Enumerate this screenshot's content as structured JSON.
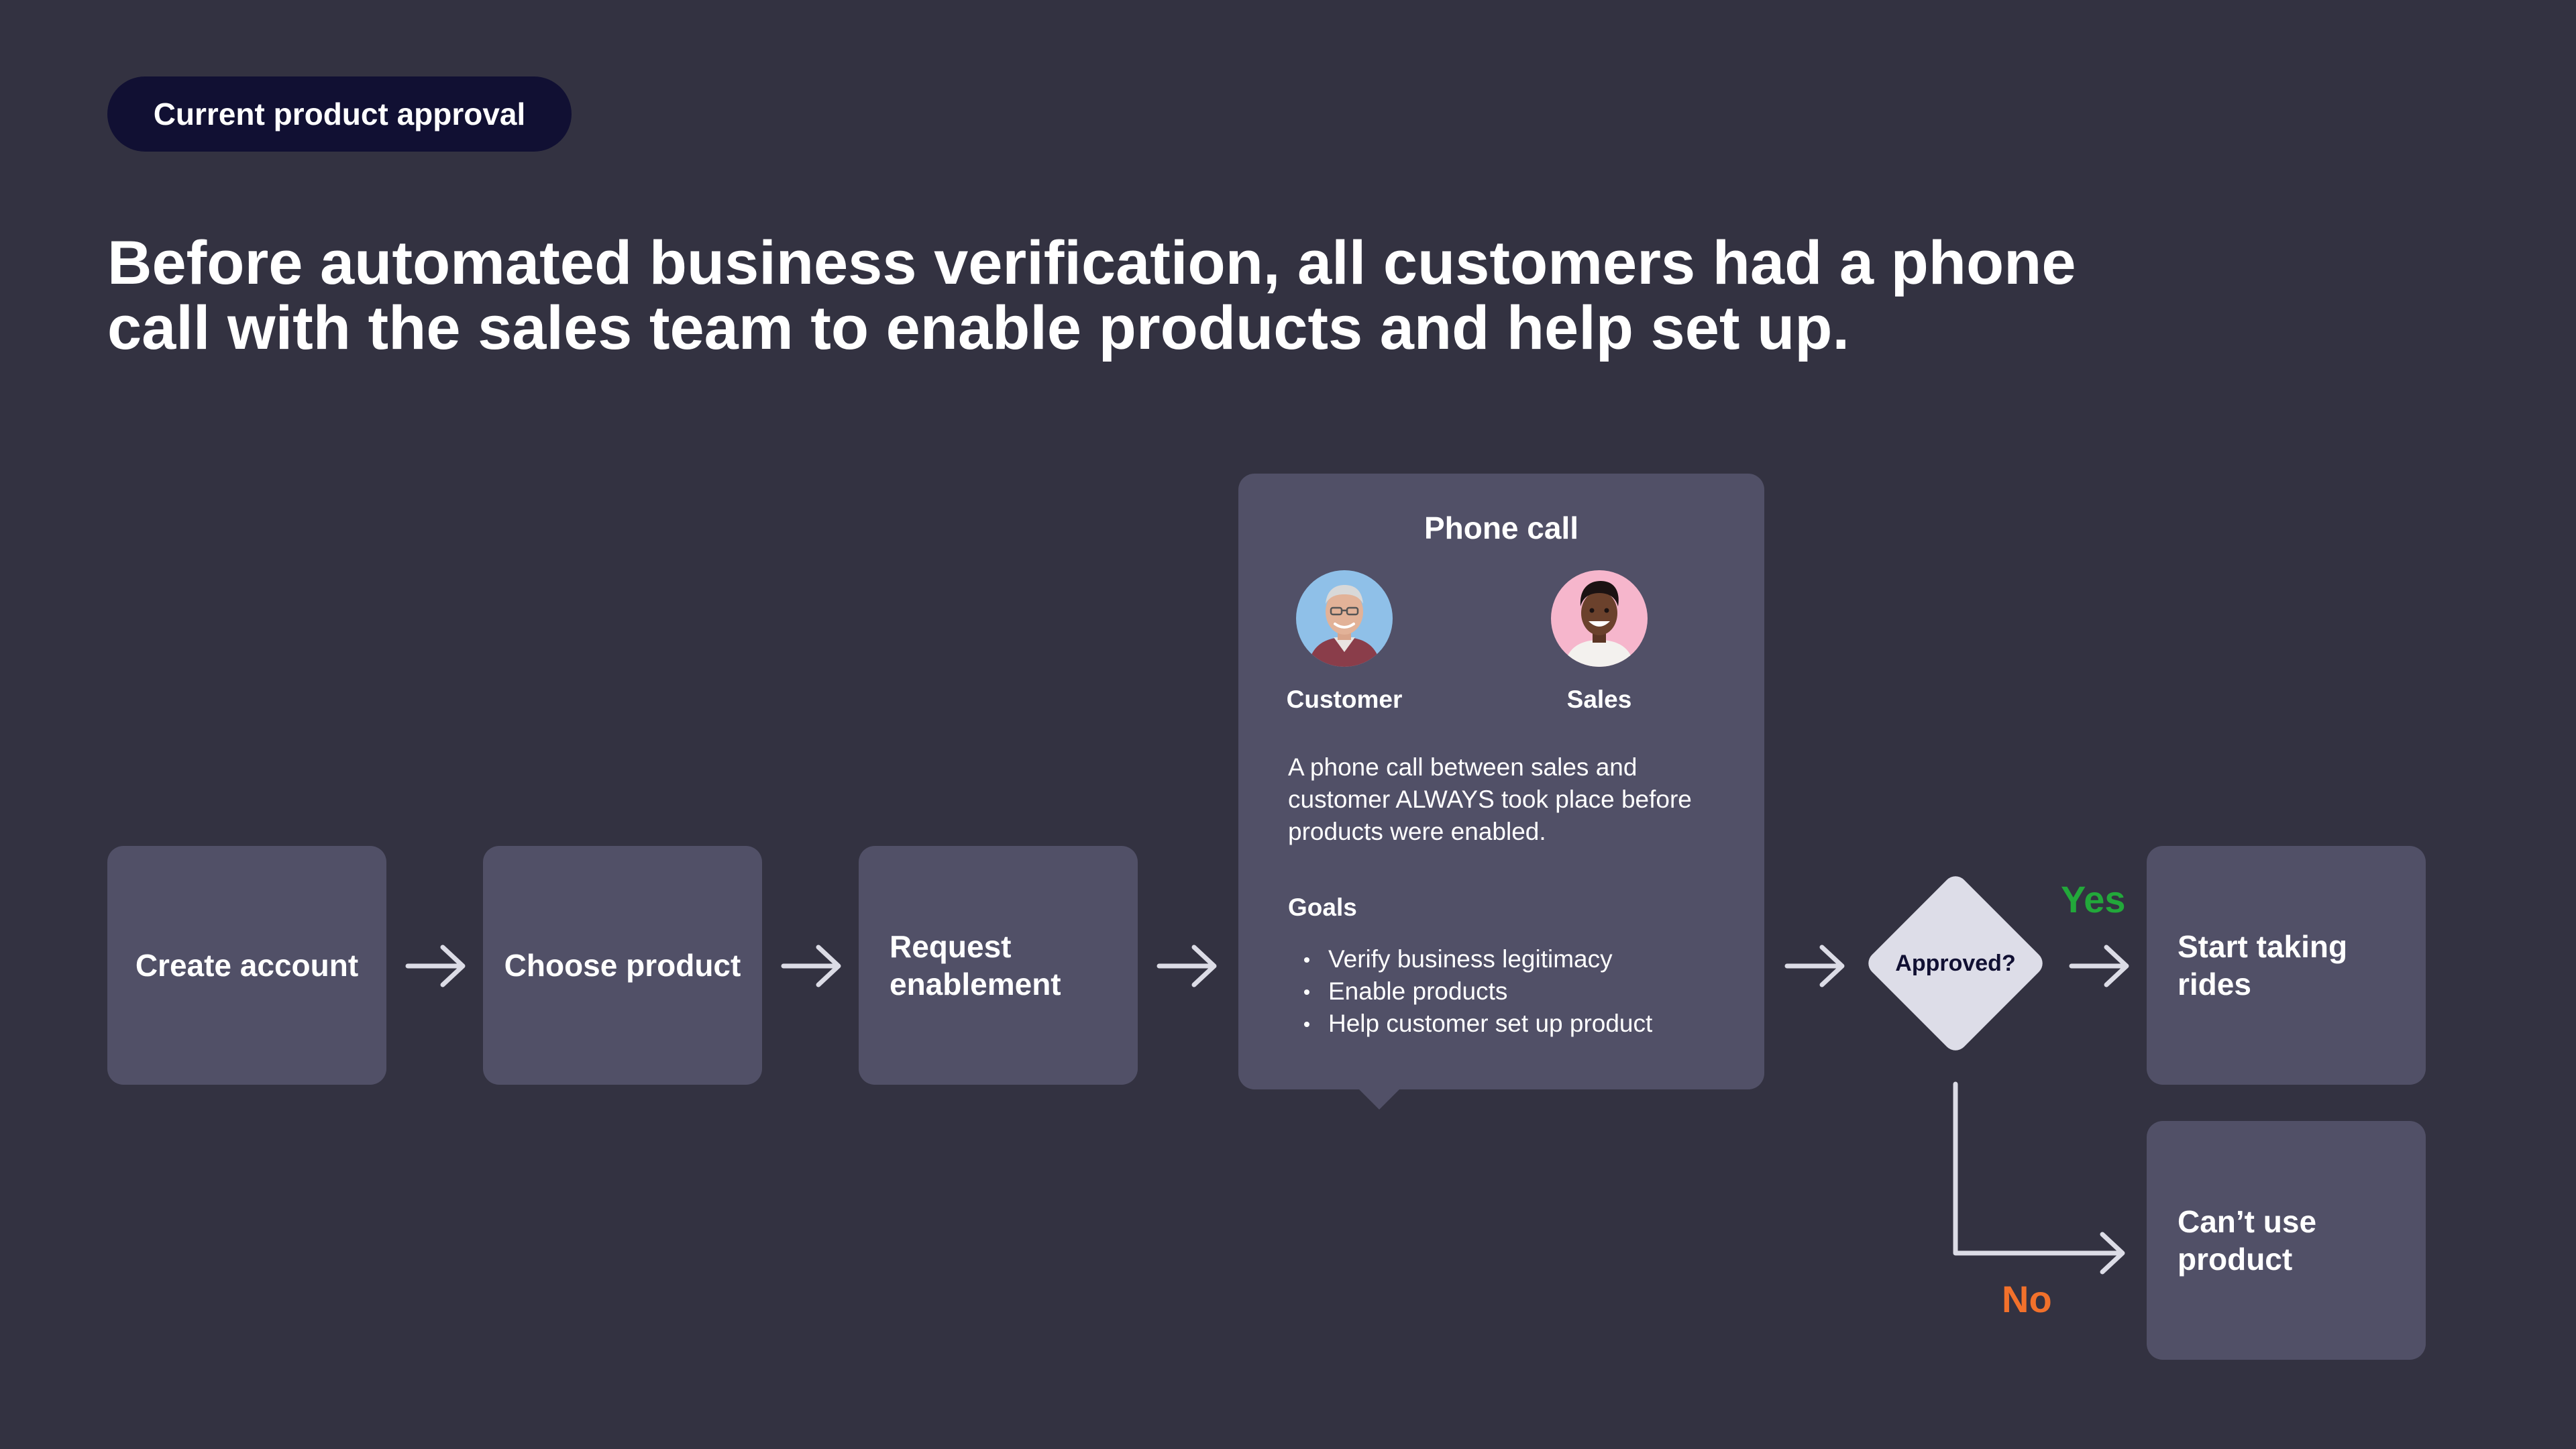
{
  "tag": "Current product approval",
  "headline": {
    "line1": "Before automated business verification, all customers had a phone",
    "line2": "call with the sales team to enable products and help set up."
  },
  "steps": {
    "create_account": "Create account",
    "choose_product": "Choose product",
    "request_enablement": {
      "line1": "Request",
      "line2": "enablement"
    }
  },
  "phone_call": {
    "title": "Phone call",
    "customer_label": "Customer",
    "sales_label": "Sales",
    "description": "A phone call between sales and customer ALWAYS took place before products were enabled.",
    "goals_title": "Goals",
    "goals": [
      "Verify business legitimacy",
      "Enable products",
      "Help customer set up product"
    ]
  },
  "decision": {
    "label": "Approved?",
    "yes_label": "Yes",
    "no_label": "No"
  },
  "outcomes": {
    "start_taking_rides": {
      "line1": "Start taking",
      "line2": "rides"
    },
    "cant_use_product": {
      "line1": "Can’t use",
      "line2": "product"
    }
  },
  "colors": {
    "background": "#333241",
    "box": "#515067",
    "pill": "#111033",
    "diamond": "#dddde8",
    "yes": "#22a83a",
    "no": "#f2712b",
    "arrow": "#dcdce6"
  }
}
